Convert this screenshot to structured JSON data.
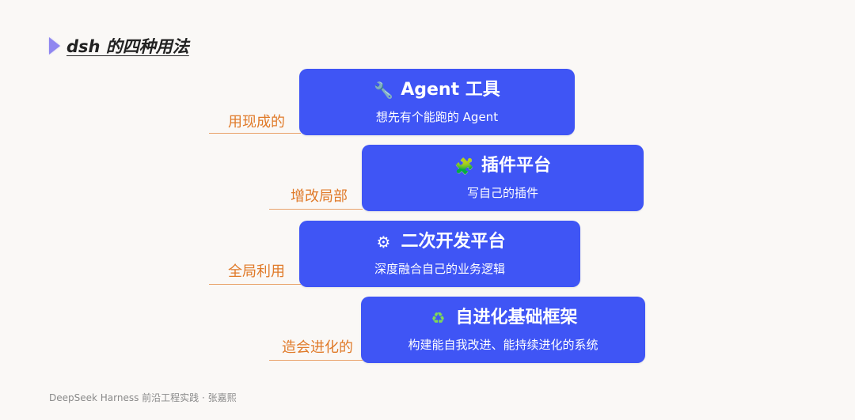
{
  "title": "dsh 的四种用法",
  "cards": [
    {
      "label": "用现成的",
      "icon": "wrench-icon",
      "glyph": "🔧",
      "heading": "Agent 工具",
      "sub": "想先有个能跑的 Agent"
    },
    {
      "label": "增改局部",
      "icon": "puzzle-icon",
      "glyph": "🧩",
      "heading": "插件平台",
      "sub": "写自己的插件"
    },
    {
      "label": "全局利用",
      "icon": "gear-icon",
      "glyph": "⚙",
      "heading": "二次开发平台",
      "sub": "深度融合自己的业务逻辑"
    },
    {
      "label": "造会进化的",
      "icon": "recycle-icon",
      "glyph": "♻",
      "heading": "自进化基础框架",
      "sub": "构建能自我改进、能持续进化的系统"
    }
  ],
  "footer": "DeepSeek Harness 前沿工程实践 · 张嘉熙",
  "colors": {
    "card": "#3f55f5",
    "label": "#e07a29",
    "marker": "#8f86f0"
  }
}
